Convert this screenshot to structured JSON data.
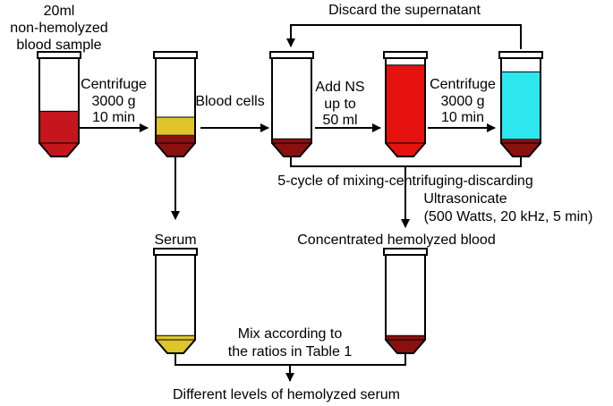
{
  "labels": {
    "sample_line1": "20ml",
    "sample_line2": "non-hemolyzed",
    "sample_line3": "blood sample",
    "centrifuge1_line1": "Centrifuge",
    "centrifuge1_line2": "3000 g",
    "centrifuge1_line3": "10 min",
    "blood_cells": "Blood cells",
    "add_ns_line1": "Add NS",
    "add_ns_line2": "up to",
    "add_ns_line3": "50 ml",
    "centrifuge2_line1": "Centrifuge",
    "centrifuge2_line2": "3000 g",
    "centrifuge2_line3": "10 min",
    "discard": "Discard the supernatant",
    "cycle": "5-cycle of mixing-centrifuging-discarding",
    "ultrasonicate_line1": "Ultrasonicate",
    "ultrasonicate_line2": "(500 Watts, 20 kHz, 5 min)",
    "serum": "Serum",
    "concentrated": "Concentrated hemolyzed blood",
    "mix_line1": "Mix according to",
    "mix_line2": "the ratios in Table 1",
    "result": "Different levels of hemolyzed serum"
  },
  "colors": {
    "dark_red": "#8b1111",
    "red": "#e5120f",
    "serum_yellow": "#ddc52b",
    "cyan": "#2ee6ee",
    "tube_wall": "#000000"
  },
  "tubes": [
    {
      "name": "tube-whole-blood",
      "layers": [
        {
          "color": "#c4161c",
          "fraction": 0.46
        }
      ]
    },
    {
      "name": "tube-separated",
      "layers": [
        {
          "color": "#8b1111",
          "fraction": 0.22
        },
        {
          "color": "#ddc52b",
          "fraction": 0.18
        }
      ]
    },
    {
      "name": "tube-blood-cells",
      "layers": [
        {
          "color": "#8b1111",
          "fraction": 0.18
        }
      ]
    },
    {
      "name": "tube-add-ns",
      "layers": [
        {
          "color": "#e5120f",
          "fraction": 0.93
        }
      ]
    },
    {
      "name": "tube-centrifuged-ns",
      "layers": [
        {
          "color": "#8b1111",
          "fraction": 0.18
        },
        {
          "color": "#2ee6ee",
          "fraction": 0.68
        }
      ]
    },
    {
      "name": "tube-serum",
      "layers": [
        {
          "color": "#ddc52b",
          "fraction": 0.18
        }
      ]
    },
    {
      "name": "tube-concentrated",
      "layers": [
        {
          "color": "#8b1111",
          "fraction": 0.18
        }
      ]
    }
  ]
}
